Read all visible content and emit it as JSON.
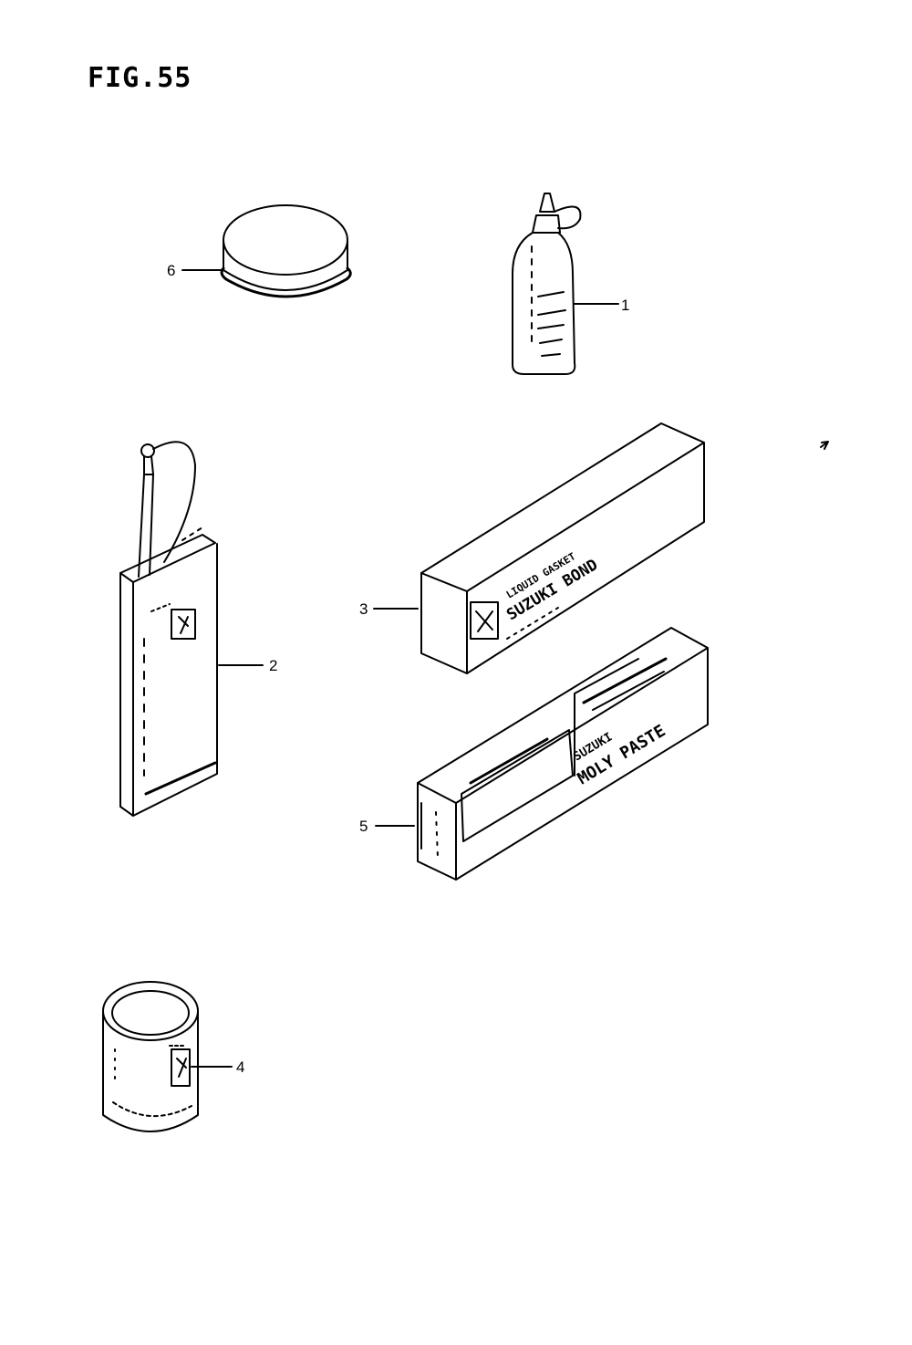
{
  "figure": {
    "title": "FIG.55"
  },
  "callouts": [
    {
      "id": "1",
      "label": "1"
    },
    {
      "id": "2",
      "label": "2"
    },
    {
      "id": "3",
      "label": "3"
    },
    {
      "id": "4",
      "label": "4"
    },
    {
      "id": "5",
      "label": "5"
    },
    {
      "id": "6",
      "label": "6"
    }
  ],
  "packaging": {
    "bond_box": {
      "subtitle": "LIQUID GASKET",
      "brand": "SUZUKI BOND"
    },
    "paste_box": {
      "line1": "SUZUKI",
      "line2": "MOLY PASTE"
    }
  },
  "icons": {
    "grease_tin": "round-tin-icon",
    "oil_bottle": "nozzle-bottle-icon",
    "oil_can": "spout-can-icon",
    "sealant_can": "cylinder-can-icon"
  }
}
